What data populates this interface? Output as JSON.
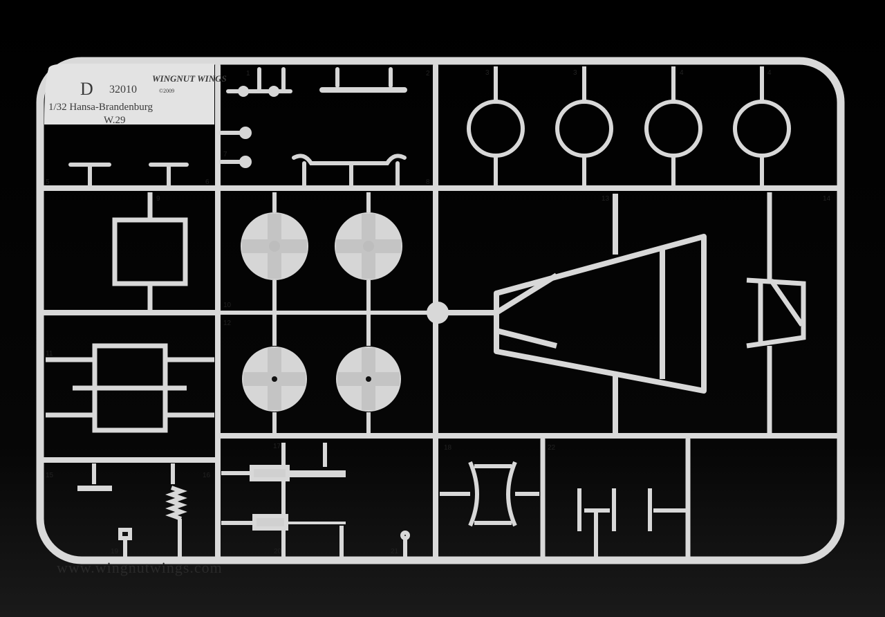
{
  "sprue": {
    "letter": "D",
    "kit_number": "32010",
    "brand_logo": "WINGNUT WINGS",
    "copyright": "©2009",
    "title": "1/32 Hansa-Brandenburg",
    "model": "W.29",
    "part_numbers": [
      "1",
      "2",
      "3",
      "3",
      "4",
      "4",
      "5",
      "6",
      "7",
      "8",
      "9",
      "10",
      "11",
      "12",
      "13",
      "14",
      "15",
      "16",
      "17",
      "18",
      "19",
      "20",
      "21",
      "22"
    ]
  },
  "watermark": "www.wingnutwings.com",
  "colors": {
    "background": "#000000",
    "plastic": "#dcdcdc",
    "plastic_shadow": "#b8b8b8"
  }
}
